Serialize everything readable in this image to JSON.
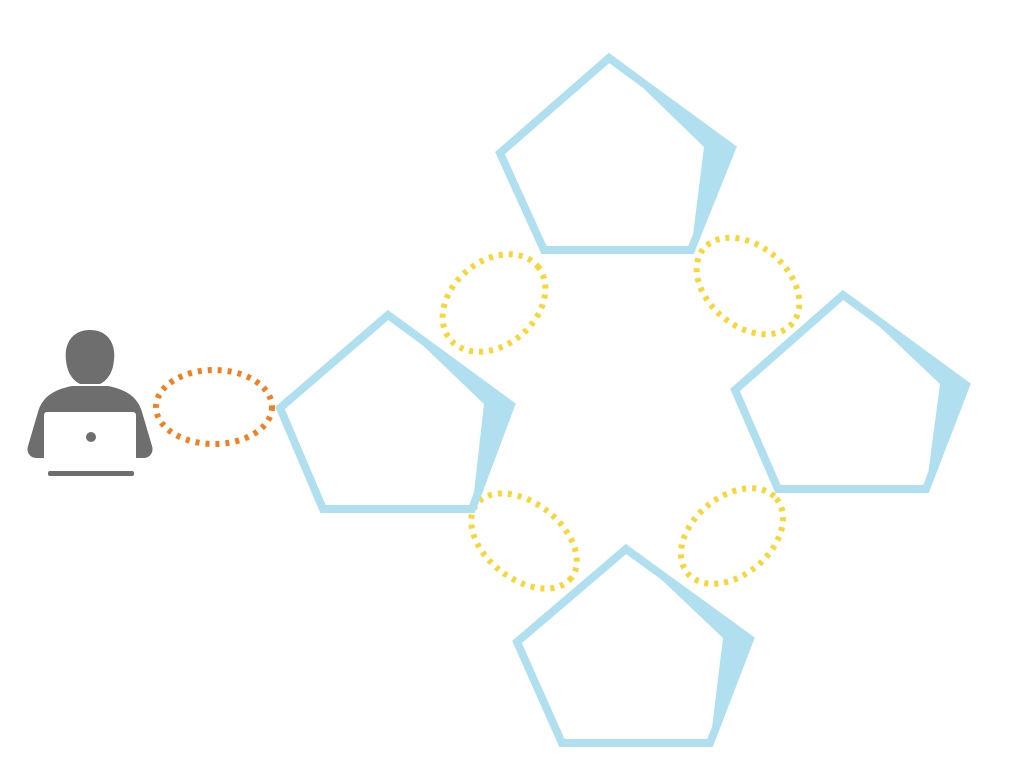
{
  "diagram": {
    "colors": {
      "background": "#ffffff",
      "node": "#b0dff0",
      "user_icon": "#6e6e6e",
      "user_link": "#f47f20",
      "peer_link": "#f8d635"
    },
    "nodes": [
      {
        "id": "node-top",
        "shape": "pentagon"
      },
      {
        "id": "node-left",
        "shape": "pentagon"
      },
      {
        "id": "node-right",
        "shape": "pentagon"
      },
      {
        "id": "node-bottom",
        "shape": "pentagon"
      }
    ],
    "user": {
      "icon": "person-with-laptop-icon"
    },
    "connections": [
      {
        "from": "user",
        "to": "node-left",
        "style": "dotted-orange"
      },
      {
        "from": "node-left",
        "to": "node-top",
        "style": "dotted-yellow"
      },
      {
        "from": "node-top",
        "to": "node-right",
        "style": "dotted-yellow"
      },
      {
        "from": "node-left",
        "to": "node-bottom",
        "style": "dotted-yellow"
      },
      {
        "from": "node-bottom",
        "to": "node-right",
        "style": "dotted-yellow"
      }
    ]
  }
}
